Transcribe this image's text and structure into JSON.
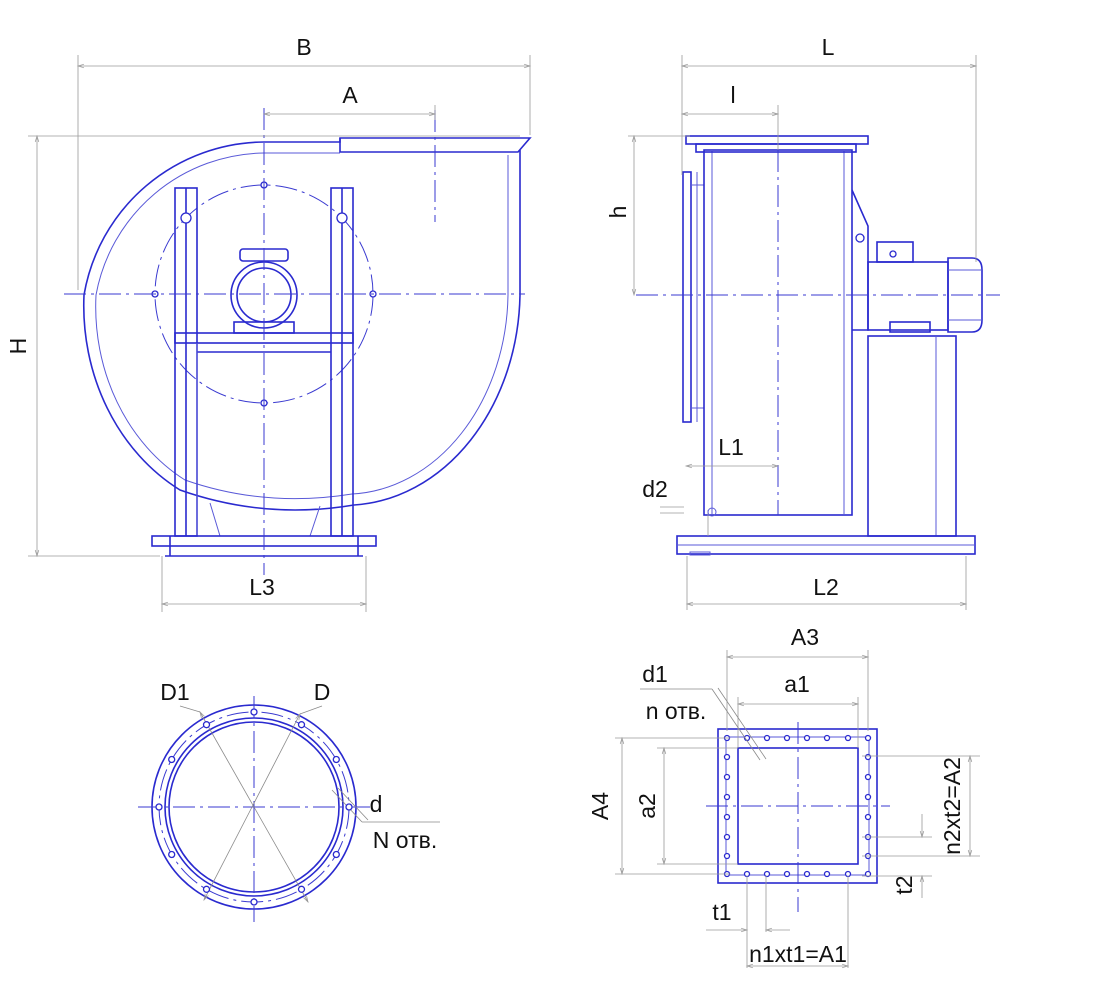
{
  "colors": {
    "outline": "#2a2acf",
    "dimension": "#9a9a9a",
    "text": "#111111"
  },
  "front_view": {
    "B": "B",
    "A": "A",
    "H": "H",
    "L3": "L3"
  },
  "side_view": {
    "L": "L",
    "l": "l",
    "h": "h",
    "L1": "L1",
    "d2": "d2",
    "L2": "L2"
  },
  "round_flange": {
    "D1": "D1",
    "D": "D",
    "d": "d",
    "N": "N отв."
  },
  "rect_flange": {
    "A3": "A3",
    "a1": "a1",
    "d1": "d1",
    "n": "n отв.",
    "A4": "A4",
    "a2": "a2",
    "n2t2": "n2xt2=A2",
    "t2": "t2",
    "t1": "t1",
    "n1t1": "n1xt1=A1"
  }
}
